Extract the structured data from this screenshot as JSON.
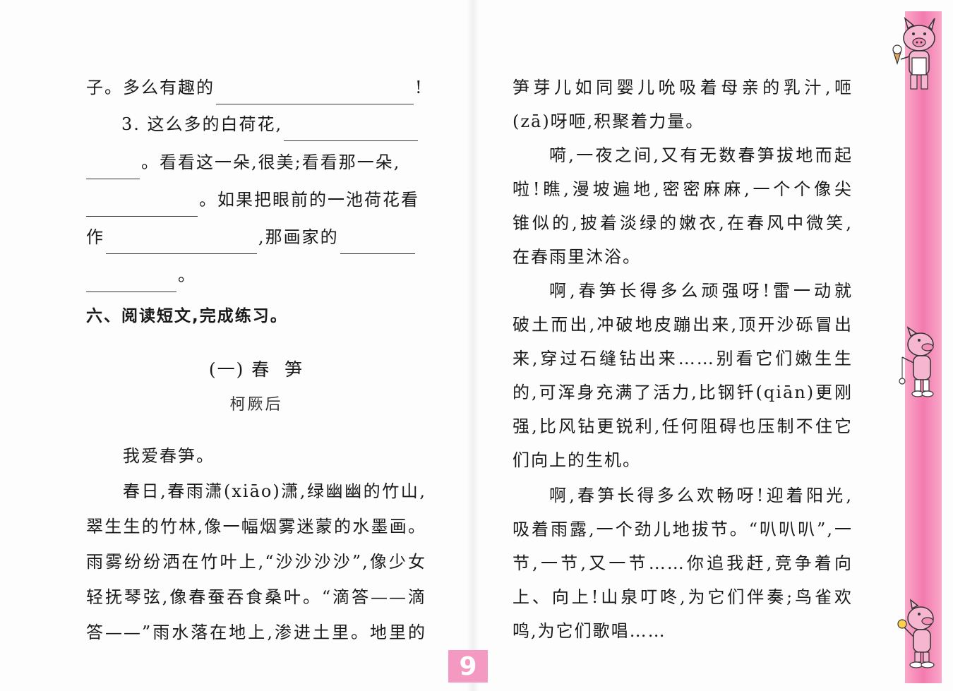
{
  "left": {
    "line1": "子。多么有趣的",
    "line1_end": "!",
    "line2": "3. 这么多的白荷花,",
    "line3": "。看看这一朵,很美;看看那一朵,",
    "line4": "。如果把眼前的一池荷花看",
    "line5a": "作",
    "line5b": ",那画家的",
    "line6": "。",
    "section_heading": "六、阅读短文,完成练习。",
    "story_title": "(一) 春  笋",
    "author": "柯厥后",
    "p1": "我爱春笋。",
    "p2_l1": "春日,春雨潇(xiāo)潇,绿幽幽的竹山,",
    "p2_l2": "翠生生的竹林,像一幅烟雾迷蒙的水墨画。",
    "p2_l3": "雨雾纷纷洒在竹叶上,“沙沙沙沙”,像少女",
    "p2_l4": "轻抚琴弦,像春蚕吞食桑叶。“滴答——滴",
    "p2_l5": "答——”雨水落在地上,渗进土里。地里的"
  },
  "right": {
    "l1": "笋芽儿如同婴儿吮吸着母亲的乳汁,咂",
    "l2": "(zā)呀咂,积聚着力量。",
    "l3": "嗬,一夜之间,又有无数春笋拔地而起",
    "l4": "啦!瞧,漫坡遍地,密密麻麻,一个个像尖",
    "l5": "锥似的,披着淡绿的嫩衣,在春风中微笑,",
    "l6": "在春雨里沐浴。",
    "l7": "啊,春笋长得多么顽强呀!雷一动就",
    "l8": "破土而出,冲破地皮蹦出来,顶开沙砾冒出",
    "l9": "来,穿过石缝钻出来……别看它们嫩生生",
    "l10": "的,可浑身充满了活力,比钢钎(qiān)更刚",
    "l11": "强,比风钻更锐利,任何阻碍也压制不住它",
    "l12": "们向上的生机。",
    "l13": "啊,春笋长得多么欢畅呀!迎着阳光,",
    "l14": "吸着雨露,一个劲儿地拔节。“叭叭叭”,一",
    "l15": "节,一节,又一节……你追我赶,竞争着向",
    "l16": "上、向上!山泉叮咚,为它们伴奏;鸟雀欢",
    "l17": "鸣,为它们歌唱……"
  },
  "page_number": "9",
  "decor": {
    "strip_color": "#f37aae",
    "icons": [
      "pig-with-ice-cream-icon",
      "pig-with-yoyo-icon",
      "pig-with-lollipop-icon"
    ]
  }
}
